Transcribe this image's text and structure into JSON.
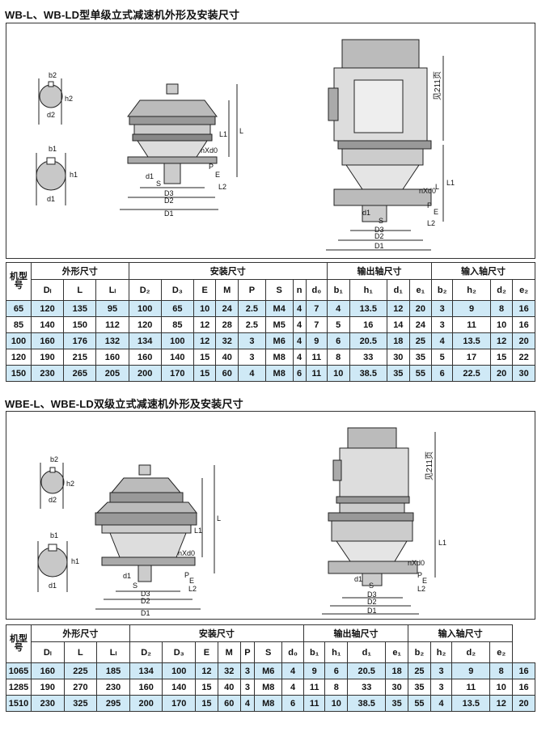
{
  "section1": {
    "title": "WB-L、WB-LD型单级立式减速机外形及安装尺寸",
    "drawing_left": {
      "keys_top": [
        "b2",
        "h2",
        "d2"
      ],
      "keys_bottom": [
        "b1",
        "h1",
        "d1"
      ],
      "dims": [
        "L1",
        "L",
        "nXd0",
        "P",
        "E",
        "L2",
        "S",
        "D3",
        "D2",
        "D1",
        "d1"
      ]
    },
    "drawing_right": {
      "note": "见211页",
      "dims": [
        "L1",
        "L",
        "nXd0",
        "P",
        "E",
        "L2",
        "S",
        "D3",
        "D2",
        "D1",
        "d1"
      ]
    }
  },
  "table1": {
    "group_headers": {
      "model": "机型号",
      "outline": "外形尺寸",
      "install": "安装尺寸",
      "output": "输出轴尺寸",
      "input": "输入轴尺寸"
    },
    "columns": [
      "Dₗ",
      "L",
      "Lₗ",
      "D₂",
      "D₃",
      "E",
      "M",
      "P",
      "S",
      "n",
      "d₀",
      "b₁",
      "h₁",
      "d₁",
      "e₁",
      "b₂",
      "h₂",
      "d₂",
      "e₂"
    ],
    "rows": [
      [
        "65",
        "120",
        "135",
        "95",
        "100",
        "65",
        "10",
        "24",
        "2.5",
        "M4",
        "4",
        "7",
        "4",
        "13.5",
        "12",
        "20",
        "3",
        "9",
        "8",
        "16"
      ],
      [
        "85",
        "140",
        "150",
        "112",
        "120",
        "85",
        "12",
        "28",
        "2.5",
        "M5",
        "4",
        "7",
        "5",
        "16",
        "14",
        "24",
        "3",
        "11",
        "10",
        "16"
      ],
      [
        "100",
        "160",
        "176",
        "132",
        "134",
        "100",
        "12",
        "32",
        "3",
        "M6",
        "4",
        "9",
        "6",
        "20.5",
        "18",
        "25",
        "4",
        "13.5",
        "12",
        "20"
      ],
      [
        "120",
        "190",
        "215",
        "160",
        "160",
        "140",
        "15",
        "40",
        "3",
        "M8",
        "4",
        "11",
        "8",
        "33",
        "30",
        "35",
        "5",
        "17",
        "15",
        "22"
      ],
      [
        "150",
        "230",
        "265",
        "205",
        "200",
        "170",
        "15",
        "60",
        "4",
        "M8",
        "6",
        "11",
        "10",
        "38.5",
        "35",
        "55",
        "6",
        "22.5",
        "20",
        "30"
      ]
    ]
  },
  "section2": {
    "title": "WBE-L、WBE-LD双级立式减速机外形及安装尺寸",
    "drawing_left": {
      "keys_top": [
        "b2",
        "h2",
        "d2"
      ],
      "keys_bottom": [
        "b1",
        "h1",
        "d1"
      ],
      "dims": [
        "L1",
        "L",
        "nXd0",
        "P",
        "E",
        "L2",
        "S",
        "D3",
        "D2",
        "D1",
        "d1"
      ]
    },
    "drawing_right": {
      "note": "见211页",
      "dims": [
        "L1",
        "nXd0",
        "P",
        "E",
        "L2",
        "S",
        "D3",
        "D2",
        "D1",
        "d1"
      ]
    }
  },
  "table2": {
    "group_headers": {
      "model": "机型号",
      "outline": "外形尺寸",
      "install": "安装尺寸",
      "output": "输出轴尺寸",
      "input": "输入轴尺寸"
    },
    "columns": [
      "Dₗ",
      "L",
      "Lₗ",
      "D₂",
      "D₃",
      "E",
      "M",
      "P",
      "S",
      "d₀",
      "b₁",
      "h₁",
      "d₁",
      "e₁",
      "b₂",
      "h₂",
      "d₂",
      "e₂"
    ],
    "rows": [
      [
        "1065",
        "160",
        "225",
        "185",
        "134",
        "100",
        "12",
        "32",
        "3",
        "M6",
        "4",
        "9",
        "6",
        "20.5",
        "18",
        "25",
        "3",
        "9",
        "8",
        "16"
      ],
      [
        "1285",
        "190",
        "270",
        "230",
        "160",
        "140",
        "15",
        "40",
        "3",
        "M8",
        "4",
        "11",
        "8",
        "33",
        "30",
        "35",
        "3",
        "11",
        "10",
        "16"
      ],
      [
        "1510",
        "230",
        "325",
        "295",
        "200",
        "170",
        "15",
        "60",
        "4",
        "M8",
        "6",
        "11",
        "10",
        "38.5",
        "35",
        "55",
        "4",
        "13.5",
        "12",
        "20"
      ]
    ]
  }
}
